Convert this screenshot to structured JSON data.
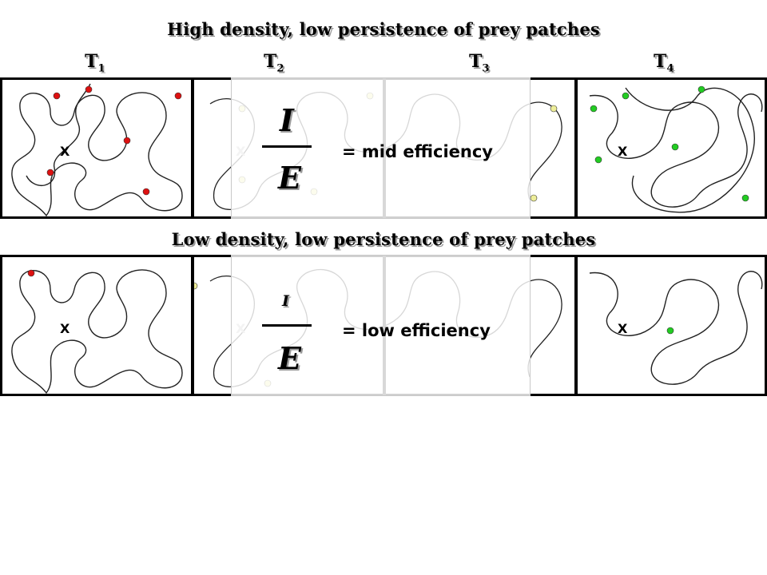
{
  "headings": {
    "top": "High density, low persistence of prey patches",
    "bottom": "Low density, low persistence of prey patches"
  },
  "time_labels": [
    {
      "main": "T",
      "sub": "1"
    },
    {
      "main": "T",
      "sub": "2"
    },
    {
      "main": "T",
      "sub": "3"
    },
    {
      "main": "T",
      "sub": "4"
    }
  ],
  "start_marker": "X",
  "ratio": {
    "numerator": "I",
    "denominator": "E"
  },
  "efficiency": {
    "top": "= mid efficiency",
    "bottom": "= low efficiency"
  },
  "colors": {
    "prey_t1": "#dd1111",
    "prey_t2": "#eeee99",
    "prey_t3": "#1111bb",
    "prey_t4": "#22cc22"
  }
}
